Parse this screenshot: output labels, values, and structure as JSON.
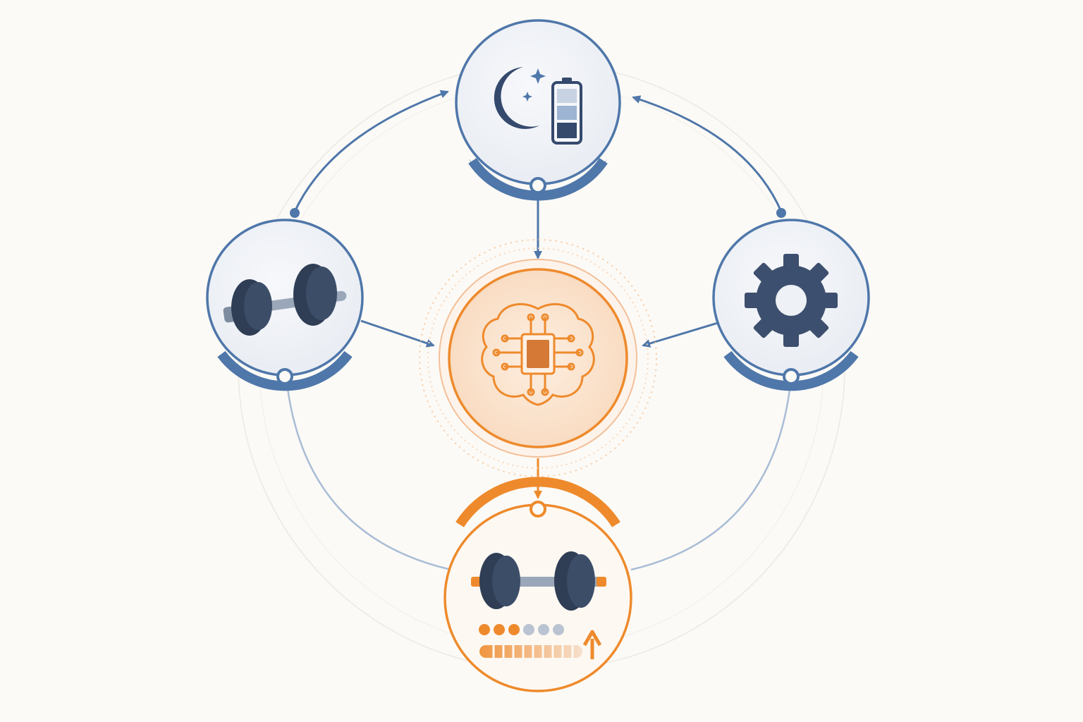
{
  "colors": {
    "background": "#fcfaf6",
    "blue": "#4f77aa",
    "blue_light": "#a9bdd6",
    "navy": "#34496c",
    "orange": "#ee8a2c",
    "orange_light": "#f7c9a0",
    "node_fill": "#f0f2f6"
  },
  "nodes": [
    {
      "id": "recovery",
      "icon": "moon-stars-battery-icon"
    },
    {
      "id": "training",
      "icon": "dumbbell-icon"
    },
    {
      "id": "settings",
      "icon": "gear-icon"
    },
    {
      "id": "ai-core",
      "icon": "brain-chip-icon"
    },
    {
      "id": "progressive-training",
      "icon": "dumbbell-progress-icon"
    }
  ],
  "progress": {
    "dots_filled": 3,
    "dots_total": 6,
    "trend": "up-arrow-icon"
  }
}
